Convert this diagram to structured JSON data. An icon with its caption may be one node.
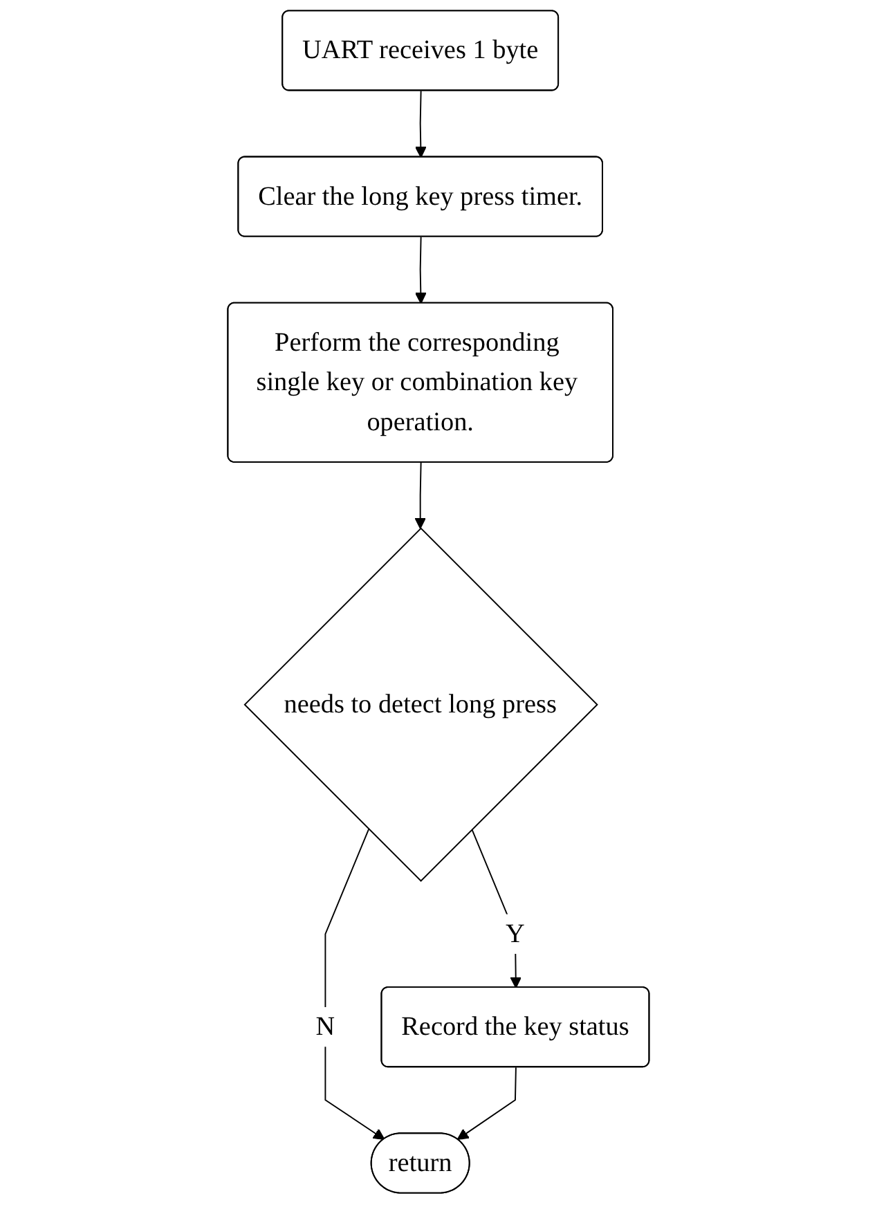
{
  "diagram": {
    "nodes": [
      {
        "text": [
          "UART receives 1 byte"
        ]
      },
      {
        "text": [
          "Clear the long key press timer."
        ]
      },
      {
        "text": [
          "Perform the corresponding single key or combination key operation."
        ]
      },
      {
        "text": [
          "needs to detect long press"
        ]
      },
      {
        "text": [
          "Record the key status"
        ]
      },
      {
        "text": [
          "return"
        ]
      }
    ],
    "edges": [
      {
        "from": 0,
        "to": 1,
        "arrow": "to"
      },
      {
        "from": 1,
        "to": 2,
        "arrow": "to"
      },
      {
        "from": 2,
        "to": 3,
        "arrow": "to"
      },
      {
        "from": 3,
        "to": 4,
        "arrow": "to",
        "label": "Y"
      },
      {
        "from": 3,
        "to": 5,
        "arrow": "to",
        "label": "N"
      },
      {
        "from": 4,
        "to": 5,
        "arrow": "to"
      }
    ]
  }
}
